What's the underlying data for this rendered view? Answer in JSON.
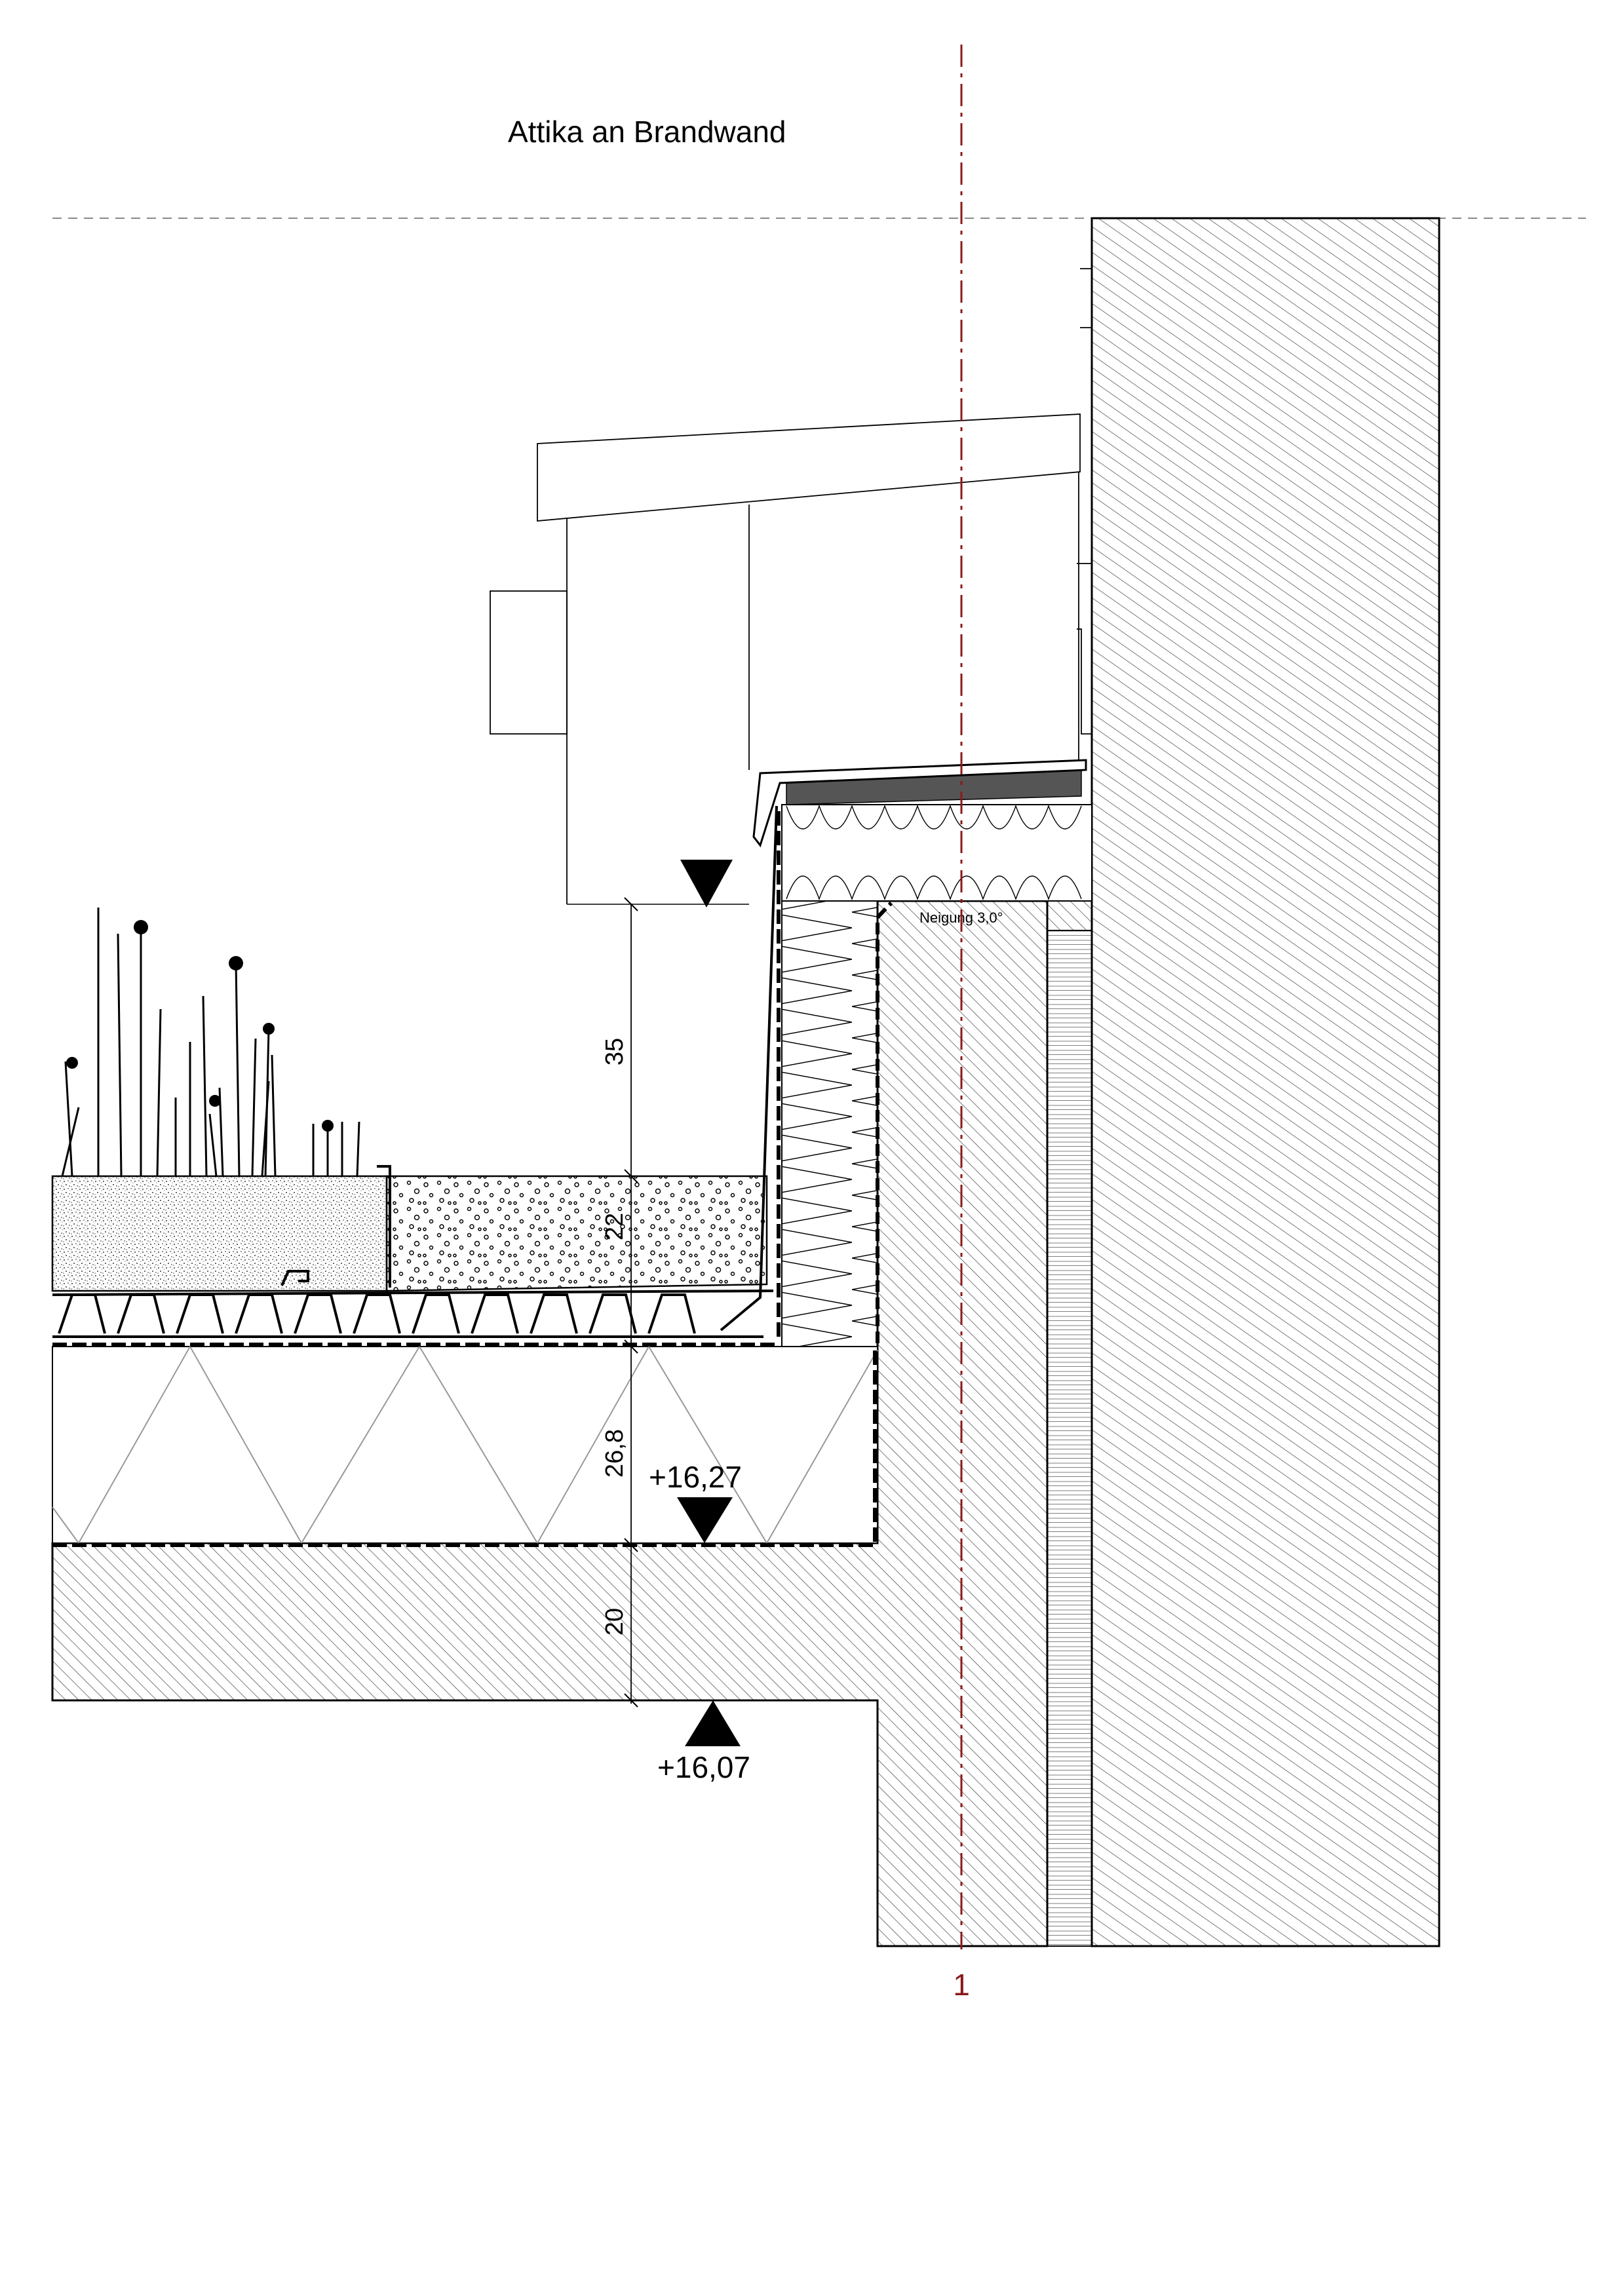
{
  "title": "Attika an Brandwand",
  "levels": {
    "top": "+16,27",
    "bottom": "+16,07"
  },
  "dimensions": {
    "d35": "35",
    "d22": "22",
    "d268": "26,8",
    "d20": "20"
  },
  "slope_note": "Neigung 3,0°",
  "axis_label": "1",
  "colors": {
    "line": "#000000",
    "axis": "#8b1a1a",
    "hatch": "#333333",
    "membrane_dark": "#555555"
  }
}
